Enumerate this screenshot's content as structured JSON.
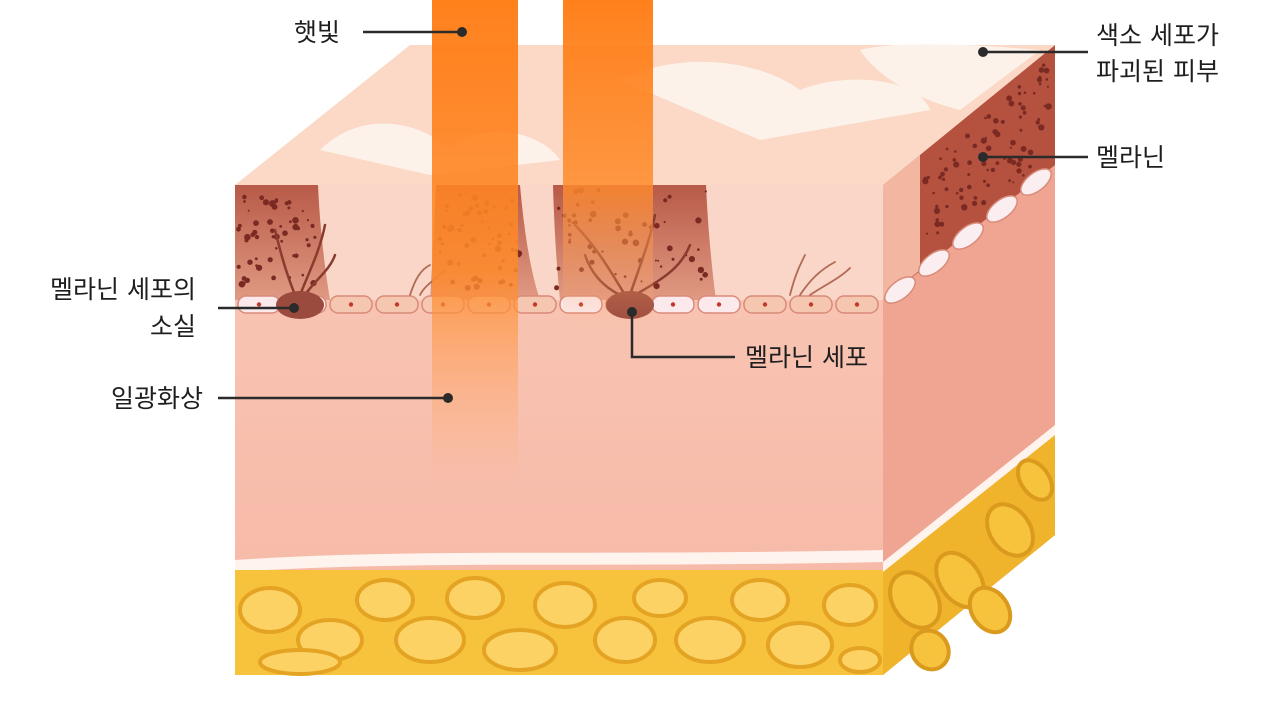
{
  "labels": {
    "sunlight": "햇빛",
    "depigmented_skin_line1": "색소 세포가",
    "depigmented_skin_line2": "파괴된 피부",
    "melanin": "멜라닌",
    "melanocyte_loss_line1": "멜라닌 세포의",
    "melanocyte_loss_line2": "소실",
    "melanocyte": "멜라닌 세포",
    "sunburn": "일광화상"
  },
  "colors": {
    "epidermis_top": "#fbe3d4",
    "pigmented_layer": "#c9705e",
    "melanin_dots": "#7a2a22",
    "dermis": "#f8c0b0",
    "dermis_side": "#efa592",
    "fat_cells": "#f7c33c",
    "fat_border": "#e4a323",
    "sun_ray": "#ff7d1a",
    "melanocyte_cell": "#9b4a3e",
    "leader_line": "#2b2b2b"
  }
}
